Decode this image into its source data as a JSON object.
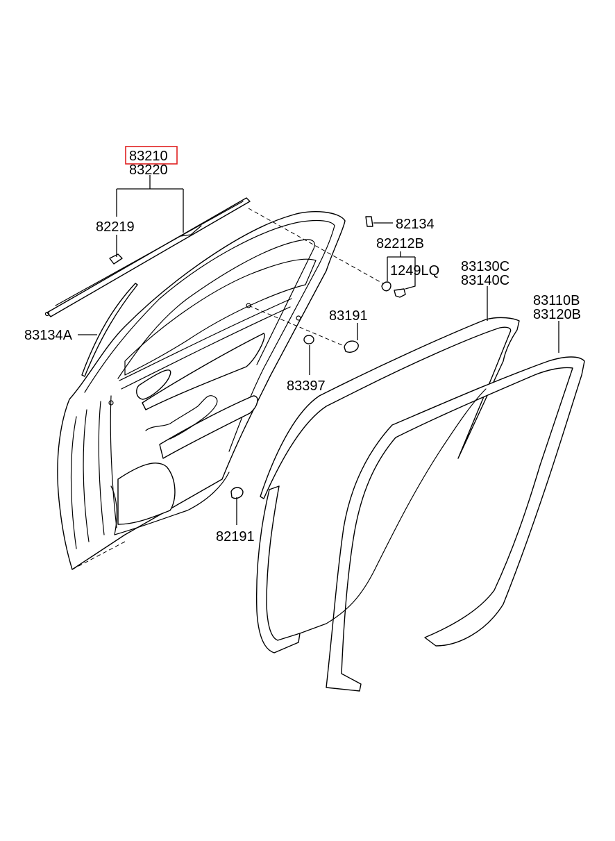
{
  "parts": {
    "p83210": "83210",
    "p83220": "83220",
    "p82219": "82219",
    "p83134A": "83134A",
    "p82134": "82134",
    "p82212B": "82212B",
    "p1249LQ": "1249LQ",
    "p83191": "83191",
    "p83397": "83397",
    "p82191": "82191",
    "p83130C": "83130C",
    "p83140C": "83140C",
    "p83110B": "83110B",
    "p83120B": "83120B"
  },
  "highlight": {
    "part": "83210",
    "color": "#e02020"
  }
}
